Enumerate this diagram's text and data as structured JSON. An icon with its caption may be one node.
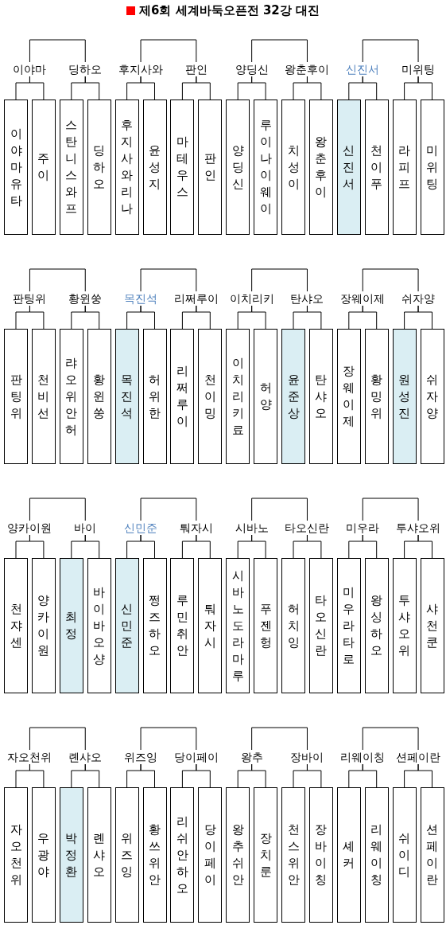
{
  "diagram": {
    "title": "제6회 세계바둑오픈전 32강 대진",
    "nodes": [
      {
        "text": [
          "이야마"
        ]
      },
      {
        "text": [
          "딩하오"
        ]
      },
      {
        "text": [
          "후지사와"
        ]
      },
      {
        "text": [
          "판인"
        ]
      },
      {
        "text": [
          "양딩신"
        ]
      },
      {
        "text": [
          "왕춘후이"
        ]
      },
      {
        "text": [
          "신진서"
        ]
      },
      {
        "text": [
          "미위팅"
        ]
      },
      {
        "text": [
          "이야마유타"
        ]
      },
      {
        "text": [
          "주이"
        ]
      },
      {
        "text": [
          "스탄니스와프"
        ]
      },
      {
        "text": [
          "딩하오"
        ]
      },
      {
        "text": [
          "후지사와리나"
        ]
      },
      {
        "text": [
          "윤성지"
        ]
      },
      {
        "text": [
          "마테우스"
        ]
      },
      {
        "text": [
          "판인"
        ]
      },
      {
        "text": [
          "양딩신"
        ]
      },
      {
        "text": [
          "루이나이웨이"
        ]
      },
      {
        "text": [
          "치성이"
        ]
      },
      {
        "text": [
          "왕춘후이"
        ]
      },
      {
        "text": [
          "신진서"
        ]
      },
      {
        "text": [
          "천이푸"
        ]
      },
      {
        "text": [
          "라피프"
        ]
      },
      {
        "text": [
          "미위팅"
        ]
      },
      {
        "text": [
          "판팅위"
        ]
      },
      {
        "text": [
          "황윈쑹"
        ]
      },
      {
        "text": [
          "목진석"
        ]
      },
      {
        "text": [
          "리쩌루이"
        ]
      },
      {
        "text": [
          "이치리키"
        ]
      },
      {
        "text": [
          "탄샤오"
        ]
      },
      {
        "text": [
          "장웨이제"
        ]
      },
      {
        "text": [
          "쉬자양"
        ]
      },
      {
        "text": [
          "판팅위"
        ]
      },
      {
        "text": [
          "천비선"
        ]
      },
      {
        "text": [
          "랴오위안허"
        ]
      },
      {
        "text": [
          "황윈쑹"
        ]
      },
      {
        "text": [
          "목진석"
        ]
      },
      {
        "text": [
          "허위한"
        ]
      },
      {
        "text": [
          "리쩌루이"
        ]
      },
      {
        "text": [
          "천이밍"
        ]
      },
      {
        "text": [
          "이치리키료"
        ]
      },
      {
        "text": [
          "허양"
        ]
      },
      {
        "text": [
          "윤준상"
        ]
      },
      {
        "text": [
          "탄샤오"
        ]
      },
      {
        "text": [
          "장웨이제"
        ]
      },
      {
        "text": [
          "황밍위"
        ]
      },
      {
        "text": [
          "원성진"
        ]
      },
      {
        "text": [
          "쉬자양"
        ]
      },
      {
        "text": [
          "양카이원"
        ]
      },
      {
        "text": [
          "바이"
        ]
      },
      {
        "text": [
          "신민준"
        ]
      },
      {
        "text": [
          "퉈자시"
        ]
      },
      {
        "text": [
          "시바노"
        ]
      },
      {
        "text": [
          "타오신란"
        ]
      },
      {
        "text": [
          "미우라"
        ]
      },
      {
        "text": [
          "투샤오위"
        ]
      },
      {
        "text": [
          "천쟈센"
        ]
      },
      {
        "text": [
          "양카이원"
        ]
      },
      {
        "text": [
          "최정"
        ]
      },
      {
        "text": [
          "바이바오샹"
        ]
      },
      {
        "text": [
          "신민준"
        ]
      },
      {
        "text": [
          "쩡즈하오"
        ]
      },
      {
        "text": [
          "루민취안"
        ]
      },
      {
        "text": [
          "퉈자시"
        ]
      },
      {
        "text": [
          "시바노도라마루"
        ]
      },
      {
        "text": [
          "푸젠헝"
        ]
      },
      {
        "text": [
          "허치잉"
        ]
      },
      {
        "text": [
          "타오신란"
        ]
      },
      {
        "text": [
          "미우라타로"
        ]
      },
      {
        "text": [
          "왕싱하오"
        ]
      },
      {
        "text": [
          "투샤오위"
        ]
      },
      {
        "text": [
          "샤천쿤"
        ]
      },
      {
        "text": [
          "자오천위"
        ]
      },
      {
        "text": [
          "롄샤오"
        ]
      },
      {
        "text": [
          "위즈잉"
        ]
      },
      {
        "text": [
          "당이페이"
        ]
      },
      {
        "text": [
          "왕추"
        ]
      },
      {
        "text": [
          "장바이"
        ]
      },
      {
        "text": [
          "리웨이칭"
        ]
      },
      {
        "text": [
          "션페이란"
        ]
      },
      {
        "text": [
          "자오천위"
        ]
      },
      {
        "text": [
          "우광야"
        ]
      },
      {
        "text": [
          "박정환"
        ]
      },
      {
        "text": [
          "롄샤오"
        ]
      },
      {
        "text": [
          "위즈잉"
        ]
      },
      {
        "text": [
          "황쓰위안"
        ]
      },
      {
        "text": [
          "리쉬안하오"
        ]
      },
      {
        "text": [
          "당이페이"
        ]
      },
      {
        "text": [
          "왕추쉬안"
        ]
      },
      {
        "text": [
          "장치룬"
        ]
      },
      {
        "text": [
          "천스위안"
        ]
      },
      {
        "text": [
          "장바이칭"
        ]
      },
      {
        "text": [
          "셰커"
        ]
      },
      {
        "text": [
          "리웨이칭"
        ]
      },
      {
        "text": [
          "쉬이디"
        ]
      },
      {
        "text": [
          "션페이란"
        ]
      }
    ],
    "edges": [
      {
        "from": 8,
        "to": 0,
        "arrow": "none"
      },
      {
        "from": 9,
        "to": 0,
        "arrow": "none"
      },
      {
        "from": 10,
        "to": 1,
        "arrow": "none"
      },
      {
        "from": 11,
        "to": 1,
        "arrow": "none"
      },
      {
        "from": 12,
        "to": 2,
        "arrow": "none"
      },
      {
        "from": 13,
        "to": 2,
        "arrow": "none"
      },
      {
        "from": 14,
        "to": 3,
        "arrow": "none"
      },
      {
        "from": 15,
        "to": 3,
        "arrow": "none"
      },
      {
        "from": 16,
        "to": 4,
        "arrow": "none"
      },
      {
        "from": 17,
        "to": 4,
        "arrow": "none"
      },
      {
        "from": 18,
        "to": 5,
        "arrow": "none"
      },
      {
        "from": 19,
        "to": 5,
        "arrow": "none"
      },
      {
        "from": 20,
        "to": 6,
        "arrow": "none"
      },
      {
        "from": 21,
        "to": 6,
        "arrow": "none"
      },
      {
        "from": 22,
        "to": 7,
        "arrow": "none"
      },
      {
        "from": 23,
        "to": 7,
        "arrow": "none"
      },
      {
        "from": 0,
        "to": 1,
        "arrow": "none"
      },
      {
        "from": 2,
        "to": 3,
        "arrow": "none"
      },
      {
        "from": 4,
        "to": 5,
        "arrow": "none"
      },
      {
        "from": 6,
        "to": 7,
        "arrow": "none"
      },
      {
        "from": 32,
        "to": 24,
        "arrow": "none"
      },
      {
        "from": 33,
        "to": 24,
        "arrow": "none"
      },
      {
        "from": 34,
        "to": 25,
        "arrow": "none"
      },
      {
        "from": 35,
        "to": 25,
        "arrow": "none"
      },
      {
        "from": 36,
        "to": 26,
        "arrow": "none"
      },
      {
        "from": 37,
        "to": 26,
        "arrow": "none"
      },
      {
        "from": 38,
        "to": 27,
        "arrow": "none"
      },
      {
        "from": 39,
        "to": 27,
        "arrow": "none"
      },
      {
        "from": 40,
        "to": 28,
        "arrow": "none"
      },
      {
        "from": 41,
        "to": 28,
        "arrow": "none"
      },
      {
        "from": 42,
        "to": 29,
        "arrow": "none"
      },
      {
        "from": 43,
        "to": 29,
        "arrow": "none"
      },
      {
        "from": 44,
        "to": 30,
        "arrow": "none"
      },
      {
        "from": 45,
        "to": 30,
        "arrow": "none"
      },
      {
        "from": 46,
        "to": 31,
        "arrow": "none"
      },
      {
        "from": 47,
        "to": 31,
        "arrow": "none"
      },
      {
        "from": 24,
        "to": 25,
        "arrow": "none"
      },
      {
        "from": 26,
        "to": 27,
        "arrow": "none"
      },
      {
        "from": 28,
        "to": 29,
        "arrow": "none"
      },
      {
        "from": 30,
        "to": 31,
        "arrow": "none"
      },
      {
        "from": 56,
        "to": 48,
        "arrow": "none"
      },
      {
        "from": 57,
        "to": 48,
        "arrow": "none"
      },
      {
        "from": 58,
        "to": 49,
        "arrow": "none"
      },
      {
        "from": 59,
        "to": 49,
        "arrow": "none"
      },
      {
        "from": 60,
        "to": 50,
        "arrow": "none"
      },
      {
        "from": 61,
        "to": 50,
        "arrow": "none"
      },
      {
        "from": 62,
        "to": 51,
        "arrow": "none"
      },
      {
        "from": 63,
        "to": 51,
        "arrow": "none"
      },
      {
        "from": 64,
        "to": 52,
        "arrow": "none"
      },
      {
        "from": 65,
        "to": 52,
        "arrow": "none"
      },
      {
        "from": 66,
        "to": 53,
        "arrow": "none"
      },
      {
        "from": 67,
        "to": 53,
        "arrow": "none"
      },
      {
        "from": 68,
        "to": 54,
        "arrow": "none"
      },
      {
        "from": 69,
        "to": 54,
        "arrow": "none"
      },
      {
        "from": 70,
        "to": 55,
        "arrow": "none"
      },
      {
        "from": 71,
        "to": 55,
        "arrow": "none"
      },
      {
        "from": 48,
        "to": 49,
        "arrow": "none"
      },
      {
        "from": 50,
        "to": 51,
        "arrow": "none"
      },
      {
        "from": 52,
        "to": 53,
        "arrow": "none"
      },
      {
        "from": 54,
        "to": 55,
        "arrow": "none"
      },
      {
        "from": 80,
        "to": 72,
        "arrow": "none"
      },
      {
        "from": 81,
        "to": 72,
        "arrow": "none"
      },
      {
        "from": 82,
        "to": 73,
        "arrow": "none"
      },
      {
        "from": 83,
        "to": 73,
        "arrow": "none"
      },
      {
        "from": 84,
        "to": 74,
        "arrow": "none"
      },
      {
        "from": 85,
        "to": 74,
        "arrow": "none"
      },
      {
        "from": 86,
        "to": 75,
        "arrow": "none"
      },
      {
        "from": 87,
        "to": 75,
        "arrow": "none"
      },
      {
        "from": 88,
        "to": 76,
        "arrow": "none"
      },
      {
        "from": 89,
        "to": 76,
        "arrow": "none"
      },
      {
        "from": 90,
        "to": 77,
        "arrow": "none"
      },
      {
        "from": 91,
        "to": 77,
        "arrow": "none"
      },
      {
        "from": 92,
        "to": 78,
        "arrow": "none"
      },
      {
        "from": 93,
        "to": 78,
        "arrow": "none"
      },
      {
        "from": 94,
        "to": 79,
        "arrow": "none"
      },
      {
        "from": 95,
        "to": 79,
        "arrow": "none"
      },
      {
        "from": 72,
        "to": 73,
        "arrow": "none"
      },
      {
        "from": 74,
        "to": 75,
        "arrow": "none"
      },
      {
        "from": 76,
        "to": 77,
        "arrow": "none"
      },
      {
        "from": 78,
        "to": 79,
        "arrow": "none"
      }
    ]
  }
}
